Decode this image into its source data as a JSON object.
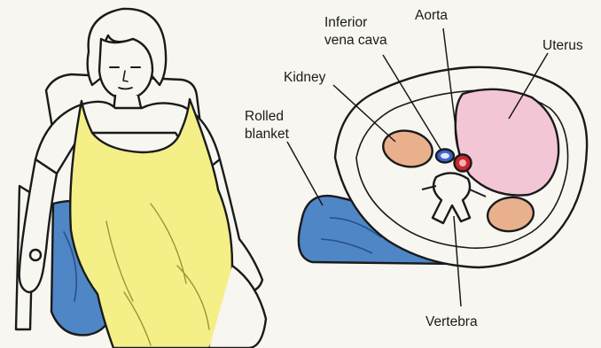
{
  "labels": {
    "inferior_vena_cava_line1": "Inferior",
    "inferior_vena_cava_line2": "vena cava",
    "aorta": "Aorta",
    "uterus": "Uterus",
    "kidney": "Kidney",
    "rolled_blanket_line1": "Rolled",
    "rolled_blanket_line2": "blanket",
    "vertebra": "Vertebra"
  },
  "colors": {
    "background": "#f7f6f1",
    "dress": "#f4ef86",
    "blanket": "#4f86c6",
    "uterus": "#f3c6d6",
    "kidney": "#e9b08e",
    "aorta": "#c9262c",
    "vena_cava": "#3d63c9",
    "outline": "#1a1a1a"
  },
  "icons": [
    "pregnant-woman-seated-illustration",
    "abdominal-cross-section-illustration"
  ]
}
